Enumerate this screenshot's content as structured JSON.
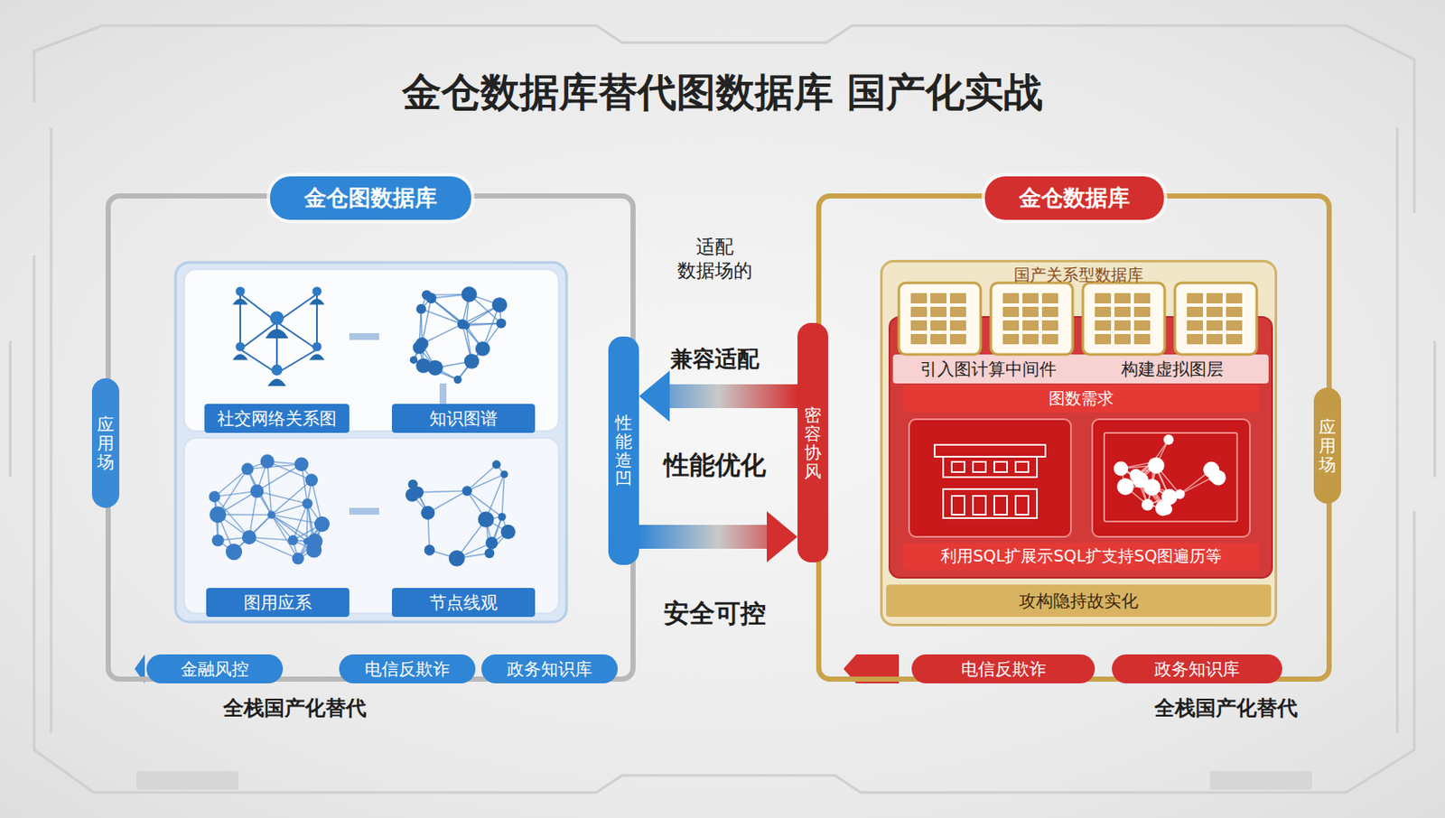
{
  "diagram": {
    "title": "金仓数据库替代图数据库 国产化实战",
    "nodes": [
      {
        "text": [
          "金仓图数据库"
        ]
      },
      {
        "text": [
          "应用场"
        ],
        "in": 0
      },
      {
        "text": [
          "社交网络关系图"
        ],
        "in": 0
      },
      {
        "text": [
          "知识图谱"
        ],
        "in": 0
      },
      {
        "text": [
          "图用应系"
        ],
        "in": 0
      },
      {
        "text": [
          "节点线观"
        ],
        "in": 0
      },
      {
        "text": [
          "性能造凹"
        ],
        "in": 0
      },
      {
        "text": [
          "金融风控"
        ],
        "in": 0
      },
      {
        "text": [
          "电信反欺诈"
        ],
        "in": 0
      },
      {
        "text": [
          "政务知识库"
        ],
        "in": 0
      },
      {
        "text": [
          "金仓数据库"
        ]
      },
      {
        "text": [
          "密容协风"
        ],
        "in": 10
      },
      {
        "text": [
          "应用场"
        ],
        "in": 10
      },
      {
        "text": [
          "国产关系型数据库"
        ],
        "in": 10
      },
      {
        "text": [
          "图数需求"
        ],
        "in": 13
      },
      {
        "text": [
          "利用SQL扩展示SQL扩支持SQ图遍历等"
        ],
        "in": 13
      },
      {
        "text": [
          "攻构隐持故实化"
        ],
        "in": 13
      },
      {
        "text": [
          "电信反欺诈"
        ],
        "in": 10
      },
      {
        "text": [
          "政务知识库"
        ],
        "in": 10
      }
    ],
    "edges": [
      {
        "from": 11,
        "to": 6,
        "arrow": "to"
      },
      {
        "from": 6,
        "to": 11,
        "arrow": "to"
      }
    ],
    "labels": [
      "适配 数据场的",
      "兼容适配",
      "性能优化",
      "安全可控",
      "引入图计算中间件",
      "构建虚拟图层",
      "全栈国产化替代",
      "全栈国产化替代"
    ]
  }
}
